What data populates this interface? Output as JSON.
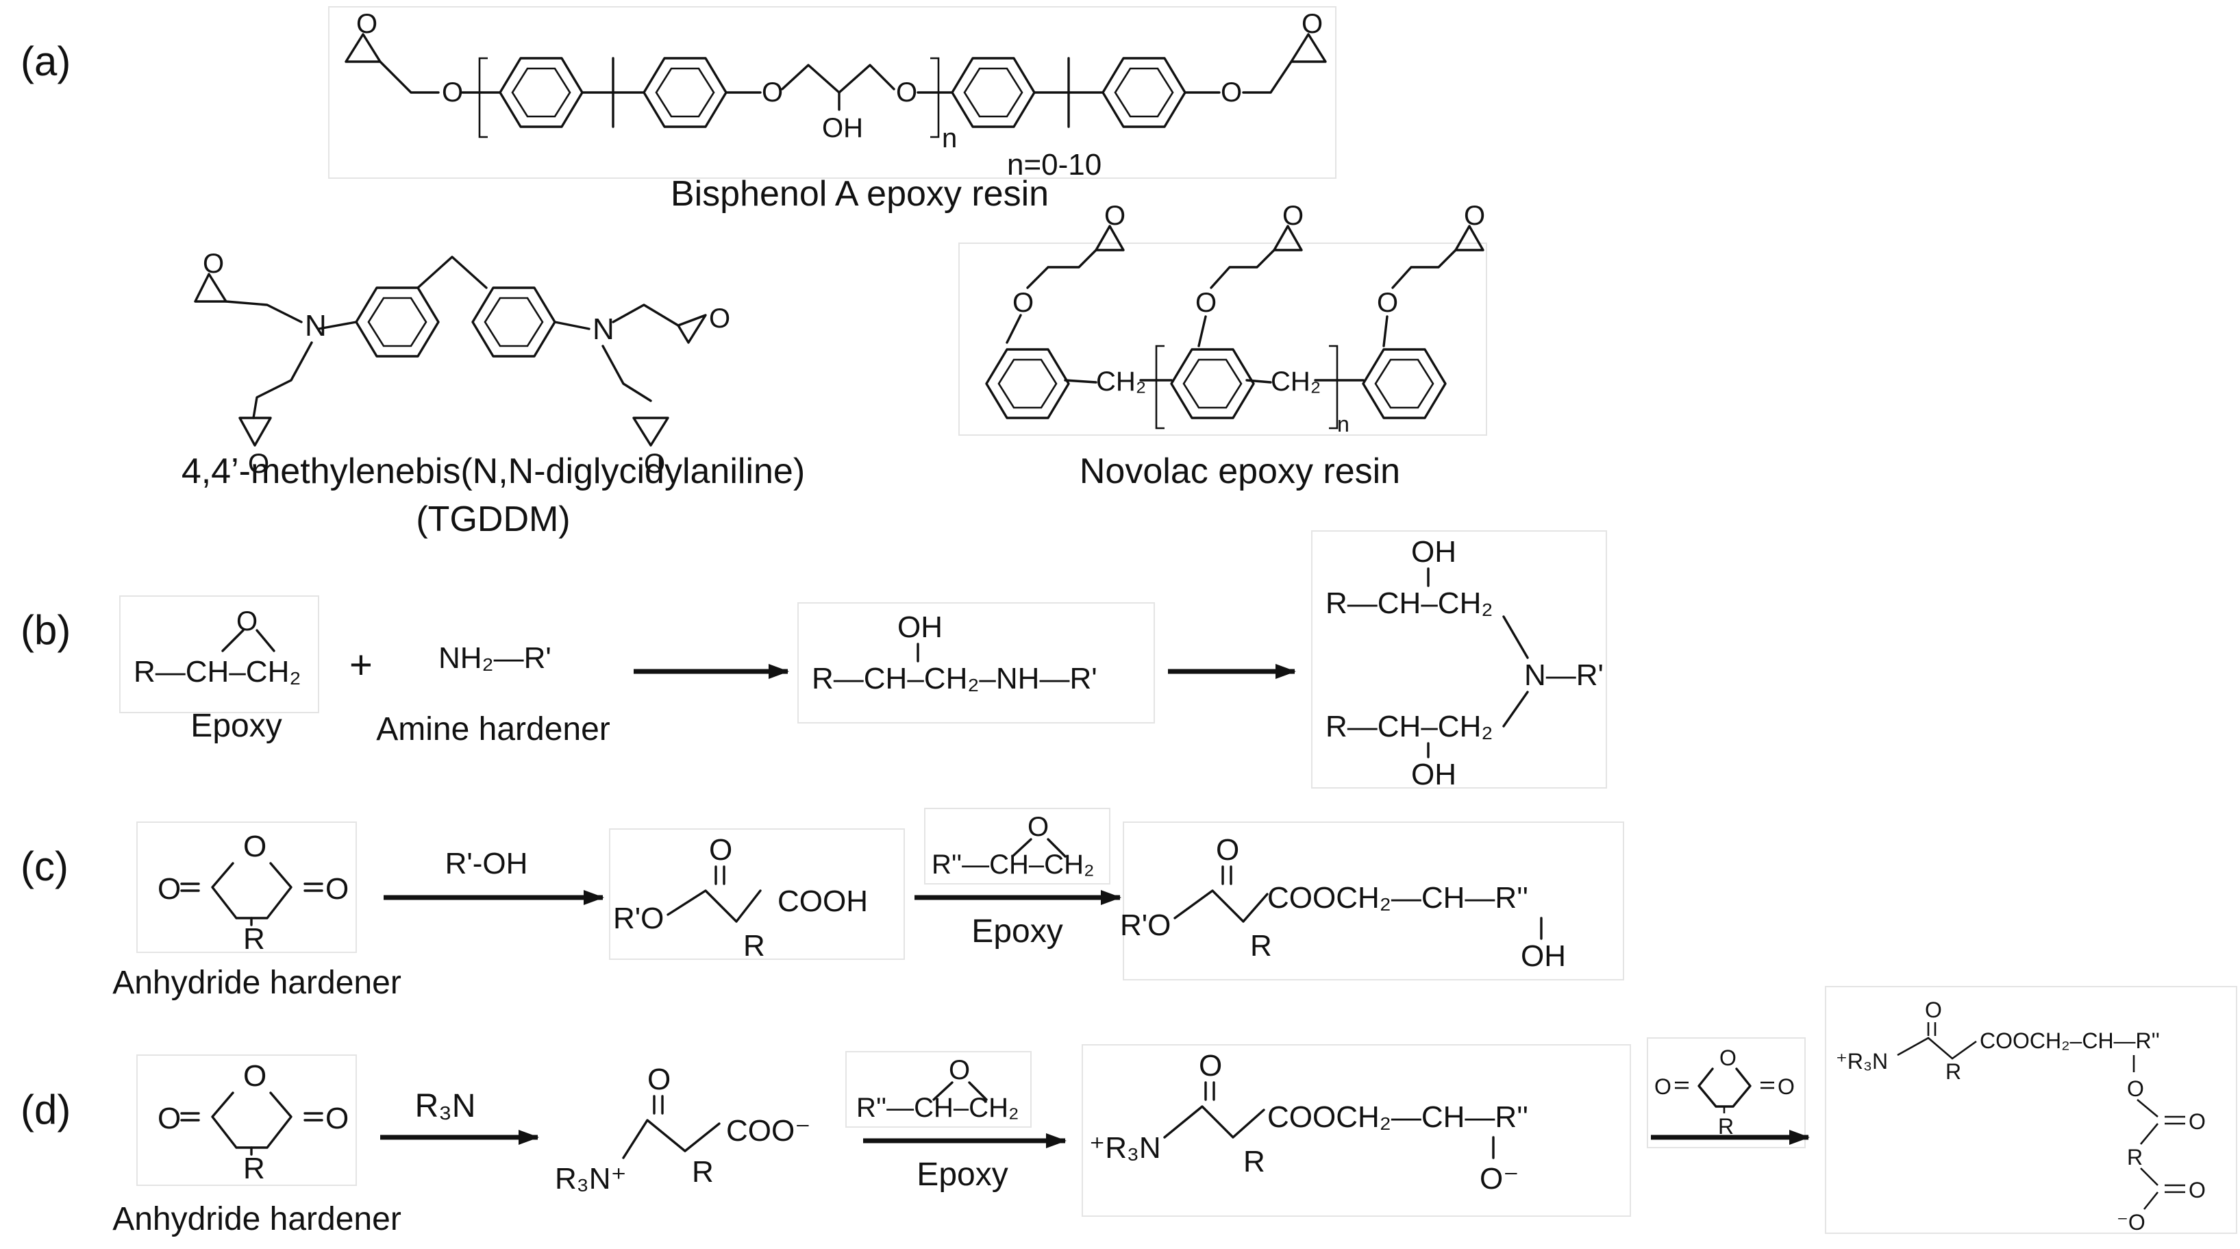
{
  "panels": {
    "a": "(a)",
    "b": "(b)",
    "c": "(c)",
    "d": "(d)"
  },
  "labels": {
    "bpa": "Bisphenol A epoxy resin",
    "bpa_n": "n=0-10",
    "tgddm_1": "4,4’-methylenebis(N,N-diglycidylaniline)",
    "tgddm_2": "(TGDDM)",
    "novolac": "Novolac epoxy resin",
    "epoxy": "Epoxy",
    "amine_hardener": "Amine hardener",
    "anhydride_hardener_c": "Anhydride hardener",
    "anhydride_hardener_d": "Anhydride hardener",
    "arrow_c1": "R'-OH",
    "arrow_c2": "Epoxy",
    "arrow_d1": "R₃N",
    "arrow_d2": "Epoxy"
  },
  "atoms": {
    "O": "O",
    "OH": "OH",
    "n": "n",
    "N": "N",
    "R": "R",
    "CH2": "CH₂",
    "plus": "+",
    "b_epoxy_formula": "R—CH–CH₂",
    "b_amine_formula": "NH₂—R'",
    "b_mid_formula": "R—CH–CH₂–NH—R'",
    "b_top_formula": "R—CH–CH₂",
    "b_bot_formula": "R—CH–CH₂",
    "b_NR": "N—R'",
    "c_ester_left": "R'O",
    "c_cooh": "COOH",
    "c_epoxide_formula": "R''—CH–CH₂",
    "c_prod_left": "R'O",
    "c_prod_chain": "COOCH₂—CH—R''",
    "d_r3n": "R₃N⁺",
    "d_coo": "COO⁻",
    "d_epoxide_formula": "R''—CH–CH₂",
    "d_prod_left": "⁺R₃N",
    "d_prod_chain": "COOCH₂—CH—R''",
    "d_prod_ominus": "O⁻",
    "d_final_left": "⁺R₃N",
    "d_final_chain": "COOCH₂–CH—R''",
    "d_final_ominus": "⁻O"
  }
}
